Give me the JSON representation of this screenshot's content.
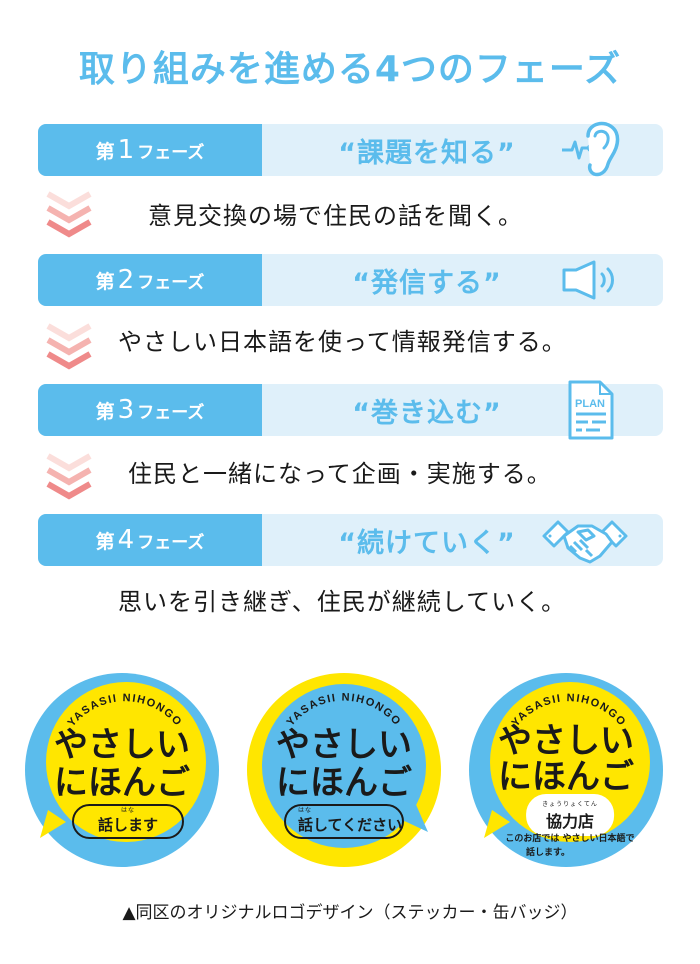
{
  "title": "取り組みを進める4つのフェーズ",
  "colors": {
    "accent_blue": "#5bbcec",
    "light_blue": "#dff0fa",
    "yellow": "#ffe600",
    "chevron_pink": "#ef8a8a"
  },
  "phases": [
    {
      "prefix": "第",
      "number": "1",
      "suffix": "フェーズ",
      "quote": "“課題を知る”",
      "icon": "ear-icon",
      "description": "意見交換の場で住民の話を聞く。"
    },
    {
      "prefix": "第",
      "number": "2",
      "suffix": "フェーズ",
      "quote": "“発信する”",
      "icon": "speaker-icon",
      "description": "やさしい日本語を使って情報発信する。"
    },
    {
      "prefix": "第",
      "number": "3",
      "suffix": "フェーズ",
      "quote": "“巻き込む”",
      "icon": "plan-document-icon",
      "icon_text": "PLAN",
      "description": "住民と一緒になって企画・実施する。"
    },
    {
      "prefix": "第",
      "number": "4",
      "suffix": "フェーズ",
      "quote": "“続けていく”",
      "icon": "handshake-icon",
      "description": "思いを引き継ぎ、住民が継続していく。"
    }
  ],
  "badges": [
    {
      "arc_text": "YASASII NIHONGO",
      "line1": "やさしい",
      "line2": "にほんご",
      "pill_ruby": "はな",
      "pill_text": "話します",
      "outer_color": "#5bbcec",
      "inner_color": "#ffe600"
    },
    {
      "arc_text": "YASASII NIHONGO",
      "line1": "やさしい",
      "line2": "にほんご",
      "pill_ruby": "はな",
      "pill_text": "話してください",
      "outer_color": "#ffe600",
      "inner_color": "#5bbcec"
    },
    {
      "arc_text": "YASASII NIHONGO",
      "line1": "やさしい",
      "line2": "にほんご",
      "pill_ruby": "きょうりょくてん",
      "pill_text": "協力店",
      "note_line1": "このお店では やさしい日本語で",
      "note_line2": "話します。",
      "outer_color": "#5bbcec",
      "inner_color": "#ffe600"
    }
  ],
  "caption": "▲同区のオリジナルロゴデザイン（ステッカー・缶バッジ）"
}
